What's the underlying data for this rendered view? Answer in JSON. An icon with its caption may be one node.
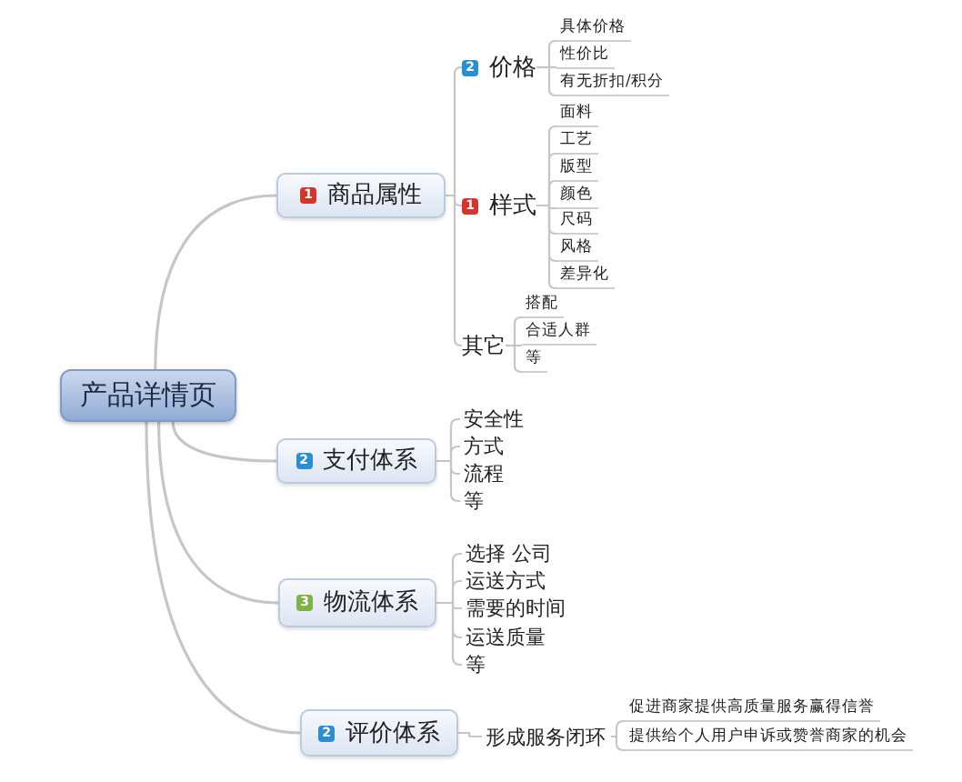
{
  "diagram": {
    "nodes": [
      {
        "text": [
          "产品详情页"
        ]
      },
      {
        "text": [
          "1",
          "商品属性"
        ]
      },
      {
        "text": [
          "2",
          "价格"
        ]
      },
      {
        "text": [
          "具体价格"
        ]
      },
      {
        "text": [
          "性价比"
        ]
      },
      {
        "text": [
          "有无折扣/积分"
        ]
      },
      {
        "text": [
          "1",
          "样式"
        ]
      },
      {
        "text": [
          "面料"
        ]
      },
      {
        "text": [
          "工艺"
        ]
      },
      {
        "text": [
          "版型"
        ]
      },
      {
        "text": [
          "颜色"
        ]
      },
      {
        "text": [
          "尺码"
        ]
      },
      {
        "text": [
          "风格"
        ]
      },
      {
        "text": [
          "差异化"
        ]
      },
      {
        "text": [
          "其它"
        ]
      },
      {
        "text": [
          "搭配"
        ]
      },
      {
        "text": [
          "合适人群"
        ]
      },
      {
        "text": [
          "等"
        ]
      },
      {
        "text": [
          "2",
          "支付体系"
        ]
      },
      {
        "text": [
          "安全性"
        ]
      },
      {
        "text": [
          "方式"
        ]
      },
      {
        "text": [
          "流程"
        ]
      },
      {
        "text": [
          "等"
        ]
      },
      {
        "text": [
          "3",
          "物流体系"
        ]
      },
      {
        "text": [
          "选择 公司"
        ]
      },
      {
        "text": [
          "运送方式"
        ]
      },
      {
        "text": [
          "需要的时间"
        ]
      },
      {
        "text": [
          "运送质量"
        ]
      },
      {
        "text": [
          "等"
        ]
      },
      {
        "text": [
          "2",
          "评价体系"
        ]
      },
      {
        "text": [
          "形成服务闭环"
        ]
      },
      {
        "text": [
          "促进商家提供高质量服务赢得信誉"
        ]
      },
      {
        "text": [
          "提供给个人用户申诉或赞誉商家的机会"
        ]
      }
    ],
    "edges": [
      {
        "from": 0,
        "to": 1,
        "arrow": "none"
      },
      {
        "from": 1,
        "to": 2,
        "arrow": "none"
      },
      {
        "from": 2,
        "to": 3,
        "arrow": "none"
      },
      {
        "from": 2,
        "to": 4,
        "arrow": "none"
      },
      {
        "from": 2,
        "to": 5,
        "arrow": "none"
      },
      {
        "from": 1,
        "to": 6,
        "arrow": "none"
      },
      {
        "from": 6,
        "to": 7,
        "arrow": "none"
      },
      {
        "from": 6,
        "to": 8,
        "arrow": "none"
      },
      {
        "from": 6,
        "to": 9,
        "arrow": "none"
      },
      {
        "from": 6,
        "to": 10,
        "arrow": "none"
      },
      {
        "from": 6,
        "to": 11,
        "arrow": "none"
      },
      {
        "from": 6,
        "to": 12,
        "arrow": "none"
      },
      {
        "from": 6,
        "to": 13,
        "arrow": "none"
      },
      {
        "from": 1,
        "to": 14,
        "arrow": "none"
      },
      {
        "from": 14,
        "to": 15,
        "arrow": "none"
      },
      {
        "from": 14,
        "to": 16,
        "arrow": "none"
      },
      {
        "from": 14,
        "to": 17,
        "arrow": "none"
      },
      {
        "from": 0,
        "to": 18,
        "arrow": "none"
      },
      {
        "from": 18,
        "to": 19,
        "arrow": "none"
      },
      {
        "from": 18,
        "to": 20,
        "arrow": "none"
      },
      {
        "from": 18,
        "to": 21,
        "arrow": "none"
      },
      {
        "from": 18,
        "to": 22,
        "arrow": "none"
      },
      {
        "from": 0,
        "to": 23,
        "arrow": "none"
      },
      {
        "from": 23,
        "to": 24,
        "arrow": "none"
      },
      {
        "from": 23,
        "to": 25,
        "arrow": "none"
      },
      {
        "from": 23,
        "to": 26,
        "arrow": "none"
      },
      {
        "from": 23,
        "to": 27,
        "arrow": "none"
      },
      {
        "from": 23,
        "to": 28,
        "arrow": "none"
      },
      {
        "from": 0,
        "to": 29,
        "arrow": "none"
      },
      {
        "from": 29,
        "to": 30,
        "arrow": "none"
      },
      {
        "from": 30,
        "to": 31,
        "arrow": "none"
      },
      {
        "from": 30,
        "to": 32,
        "arrow": "none"
      }
    ]
  }
}
